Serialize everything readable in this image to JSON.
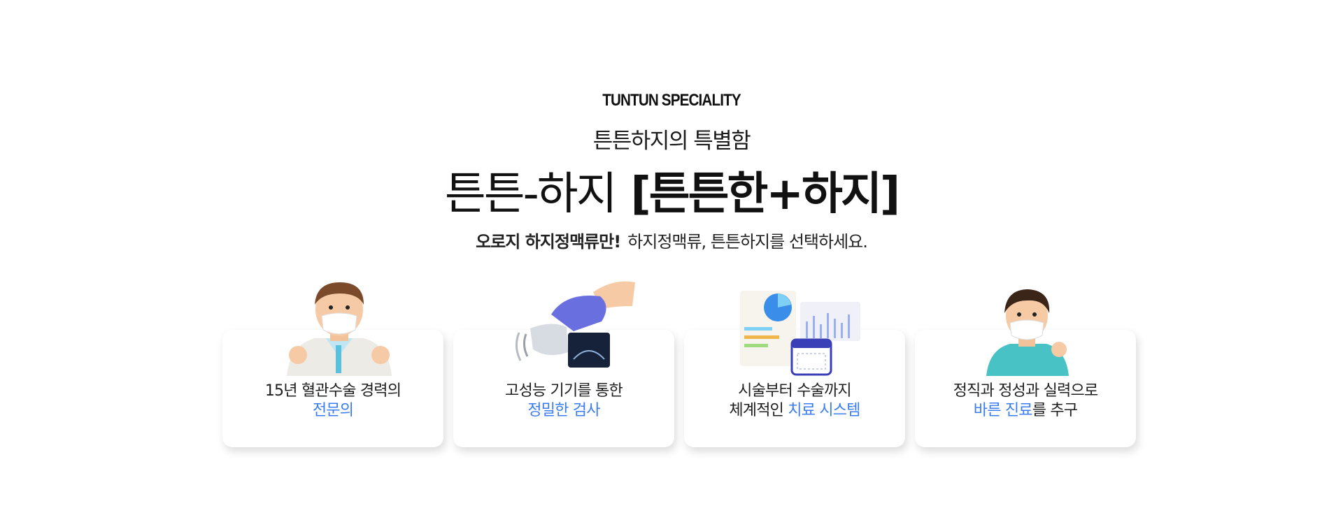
{
  "header": {
    "eyebrow": "TUNTUN SPECIALITY",
    "subtitle": "튼튼하지의 특별함",
    "headline_main": "튼튼-하지",
    "headline_bracket": "[튼튼한+하지]",
    "tagline_bold": "오로지 하지정맥류만!",
    "tagline_rest": "하지정맥류, 튼튼하지를 선택하세요."
  },
  "cards": [
    {
      "icon": "doctor-icon",
      "line1": "15년 혈관수술 경력의",
      "line2_highlight": "전문의",
      "line2_rest": ""
    },
    {
      "icon": "ultrasound-icon",
      "line1": "고성능 기기를 통한",
      "line2_highlight": "정밀한 검사",
      "line2_rest": ""
    },
    {
      "icon": "chart-calendar-icon",
      "line1": "시술부터 수술까지",
      "line2_prefix": "체계적인 ",
      "line2_highlight": "치료 시스템",
      "line2_rest": ""
    },
    {
      "icon": "nurse-icon",
      "line1": "정직과 정성과 실력으로",
      "line2_highlight": "바른 진료",
      "line2_rest": "를 추구"
    }
  ],
  "colors": {
    "highlight": "#3b7df0",
    "text": "#1e1e1e",
    "card_bg": "#ffffff"
  }
}
